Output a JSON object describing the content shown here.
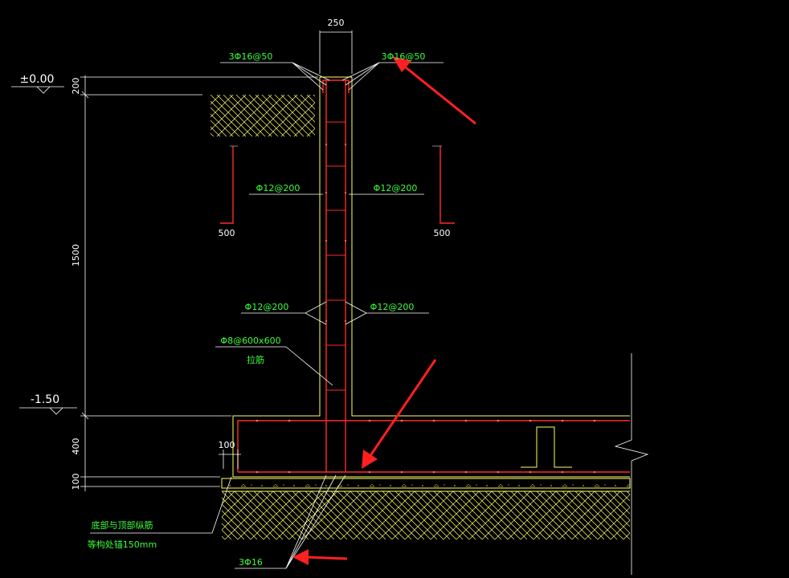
{
  "labels": {
    "wall_thickness": "250",
    "top_bars_left": "3Φ16@50",
    "top_bars_right": "3Φ16@50",
    "level_top": "±0.00",
    "dim_200": "200",
    "dim_1500": "1500",
    "level_bottom": "-1.50",
    "dim_400": "400",
    "dim_100_left": "100",
    "dim_100_small": "100",
    "bars_upper_left": "Φ12@200",
    "bars_upper_right": "Φ12@200",
    "bars_lower_left": "Φ12@200",
    "bars_lower_right": "Φ12@200",
    "dowel_left_len": "500",
    "dowel_right_len": "500",
    "tie_bars": "Φ8@600x600",
    "tie_bars_note": "拉筋",
    "note_line1": "底部与顶部纵筋",
    "note_line2": "等构处锚150mm",
    "bottom_bars": "3Φ16"
  },
  "colors": {
    "background": "#000000",
    "linework": "#ffffff",
    "concrete_outline": "#ffff66",
    "rebar": "#ff2a2a",
    "annotation_text": "#3cff3c",
    "soil_hatch": "#ffff66",
    "callout_arrow": "#ff2020"
  }
}
